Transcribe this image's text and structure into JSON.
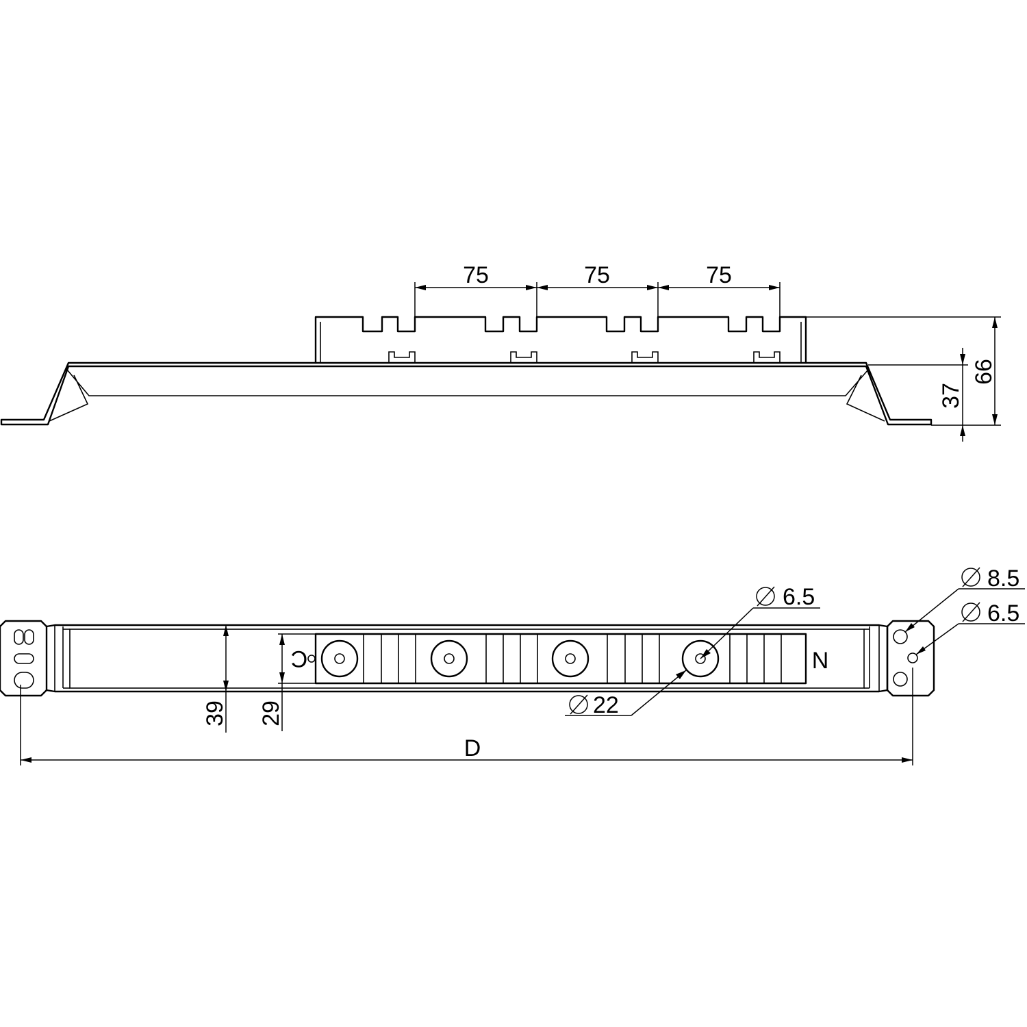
{
  "side_view": {
    "pitch_labels": [
      "75",
      "75",
      "75"
    ],
    "height_total": "66",
    "height_body": "37"
  },
  "plan_view": {
    "width_outer": "39",
    "width_inner": "29",
    "hole_small": "6.5",
    "boss_diameter": "22",
    "end_hole_large": "8.5",
    "end_hole_small": "6.5",
    "length": "D",
    "marker_c": "C",
    "marker_n": "N"
  }
}
